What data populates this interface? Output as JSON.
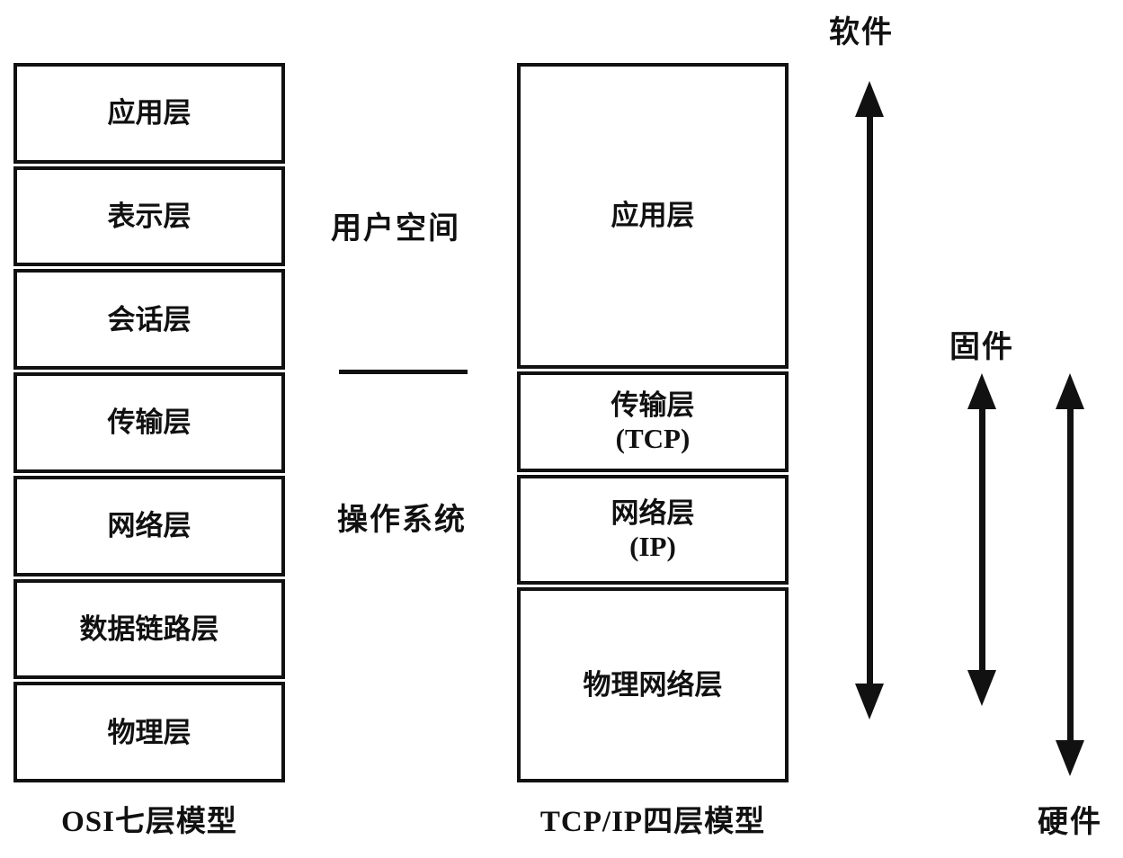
{
  "diagram": {
    "colors": {
      "ink": "#111111",
      "background": "#ffffff"
    },
    "osi": {
      "caption": "OSI七层模型",
      "layers": [
        "应用层",
        "表示层",
        "会话层",
        "传输层",
        "网络层",
        "数据链路层",
        "物理层"
      ]
    },
    "tcpip": {
      "caption": "TCP/IP四层模型",
      "layers": [
        {
          "label": "应用层"
        },
        {
          "label": "传输层",
          "sub": "(TCP)"
        },
        {
          "label": "网络层",
          "sub": "(IP)"
        },
        {
          "label": "物理网络层"
        }
      ]
    },
    "middle": {
      "user_space": "用户空间",
      "operating_system": "操作系统"
    },
    "annotations": {
      "software": "软件",
      "firmware": "固件",
      "hardware": "硬件"
    }
  }
}
